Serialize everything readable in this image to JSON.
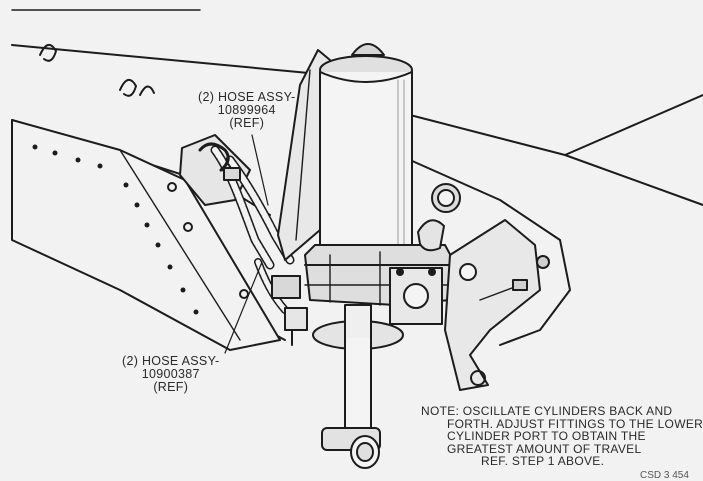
{
  "callouts": {
    "upper_hose": {
      "line1": "(2) HOSE ASSY-",
      "line2": "10899964",
      "line3": "(REF)"
    },
    "lower_hose": {
      "line1": "(2) HOSE ASSY-",
      "line2": "10900387",
      "line3": "(REF)"
    }
  },
  "note": {
    "line1": "NOTE:  OSCILLATE CYLINDERS BACK AND",
    "line2": "FORTH.  ADJUST FITTINGS TO THE LOWER",
    "line3": "CYLINDER PORT TO OBTAIN THE",
    "line4": "GREATEST AMOUNT OF TRAVEL",
    "line5": "REF.  STEP 1 ABOVE."
  },
  "figure_code": "CSD 3 454"
}
